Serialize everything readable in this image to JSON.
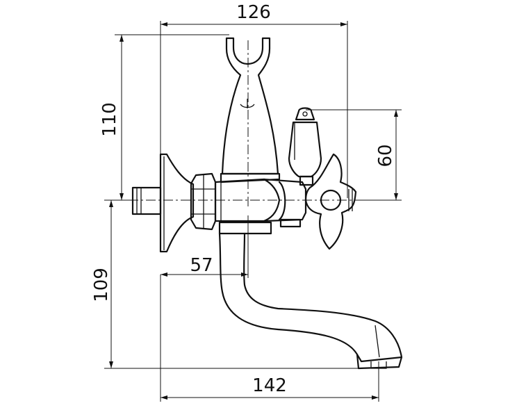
{
  "dimensions": {
    "top_width": "126",
    "upper_height": "110",
    "handle_height": "60",
    "lower_height": "109",
    "offset": "57",
    "bottom_width": "142"
  }
}
